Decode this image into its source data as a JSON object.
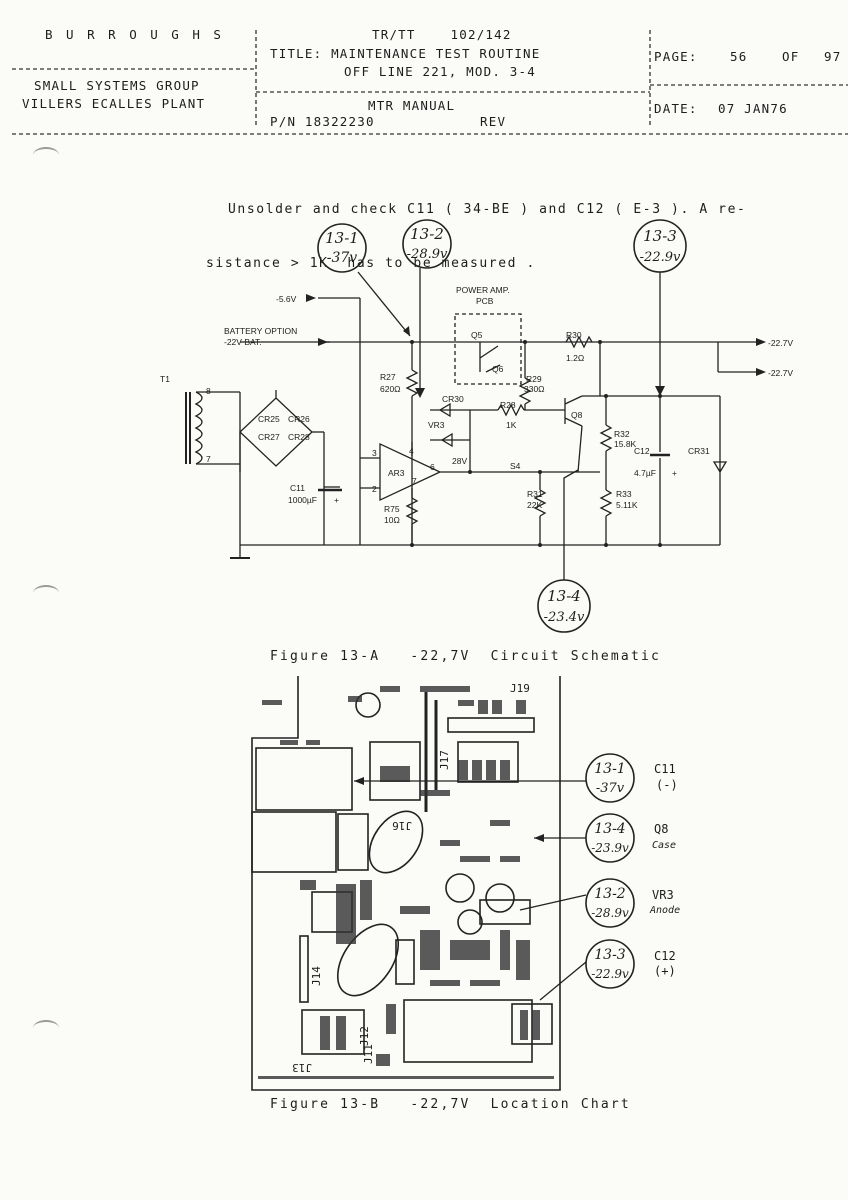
{
  "header": {
    "company": "B U R R O U G H S",
    "group": "SMALL SYSTEMS GROUP",
    "plant": "VILLERS ECALLES PLANT",
    "doc_code": "TR/TT    102/142",
    "title_line1": "TITLE: MAINTENANCE TEST ROUTINE",
    "title_line2": "OFF LINE 221, MOD. 3-4",
    "manual": "MTR MANUAL",
    "part_number": "P/N 18322230",
    "rev": "REV",
    "page_label": "PAGE:",
    "page_num": "56",
    "of_label": "OF",
    "page_total": "97",
    "date_label": "DATE:",
    "date": "07 JAN76"
  },
  "body": {
    "instruction_line1": "Unsolder and check C11 ( 34-BE ) and C12 ( E-3 ). A re-",
    "instruction_line2": "sistance > 1K  has to be measured ."
  },
  "schematic": {
    "callouts": [
      {
        "id": "13-1",
        "value": "-37v"
      },
      {
        "id": "13-2",
        "value": "-28.9v"
      },
      {
        "id": "13-3",
        "value": "-22.9v"
      },
      {
        "id": "13-4",
        "value": "-23.4v"
      }
    ],
    "labels": {
      "v56": "-5.6V",
      "battery1": "BATTERY OPTION",
      "battery2": "-22V BAT.",
      "power_amp1": "POWER AMP.",
      "power_amp2": "PCB",
      "t1": "T1",
      "pin8": "8",
      "pin7": "7",
      "cr25a": "CR25",
      "cr26": "CR26",
      "cr27": "CR27",
      "cr28": "CR28",
      "r27": "R27",
      "r27v": "620Ω",
      "cr30": "CR30",
      "vr3": "VR3",
      "v28": "28V",
      "ar3": "AR3",
      "p4": "4",
      "p3": "3",
      "p6": "6",
      "p7": "7",
      "p2": "2",
      "c11": "C11",
      "c11v": "1000µF",
      "plus": "+",
      "r75": "R75",
      "r75v": "10Ω",
      "q5": "Q5",
      "q6": "Q6",
      "r29": "R29",
      "r29v": "330Ω",
      "r28": "R28",
      "r28v": "1K",
      "s4": "S4",
      "r31": "R31",
      "r31v": "22K",
      "r30": "R30",
      "r30v": "1.2Ω",
      "q8": "Q8",
      "r32": "R32",
      "r32v": "15.8K",
      "c12": "C12",
      "c12v": "4.7µF",
      "r33": "R33",
      "r33v": "5.11K",
      "cr31": "CR31",
      "out1": "-22.7V",
      "out2": "-22.7V"
    }
  },
  "figure_a_caption": "Figure 13-A   -22,7V  Circuit Schematic",
  "location_chart": {
    "callouts": [
      {
        "id": "13-1",
        "value": "-37v",
        "label1": "C11",
        "label2": "(-)"
      },
      {
        "id": "13-4",
        "value": "-23.9v",
        "label1": "Q8",
        "label2": "Case"
      },
      {
        "id": "13-2",
        "value": "-28.9v",
        "label1": "VR3",
        "label2": "Anode"
      },
      {
        "id": "13-3",
        "value": "-22.9v",
        "label1": "C12",
        "label2": "(+)"
      }
    ],
    "board_labels": {
      "j19": "J19",
      "j17": "J17",
      "j16": "J16",
      "j14": "J14",
      "j12": "J12",
      "j13": "J13",
      "j11": "J11"
    }
  },
  "figure_b_caption": "Figure 13-B   -22,7V  Location Chart"
}
